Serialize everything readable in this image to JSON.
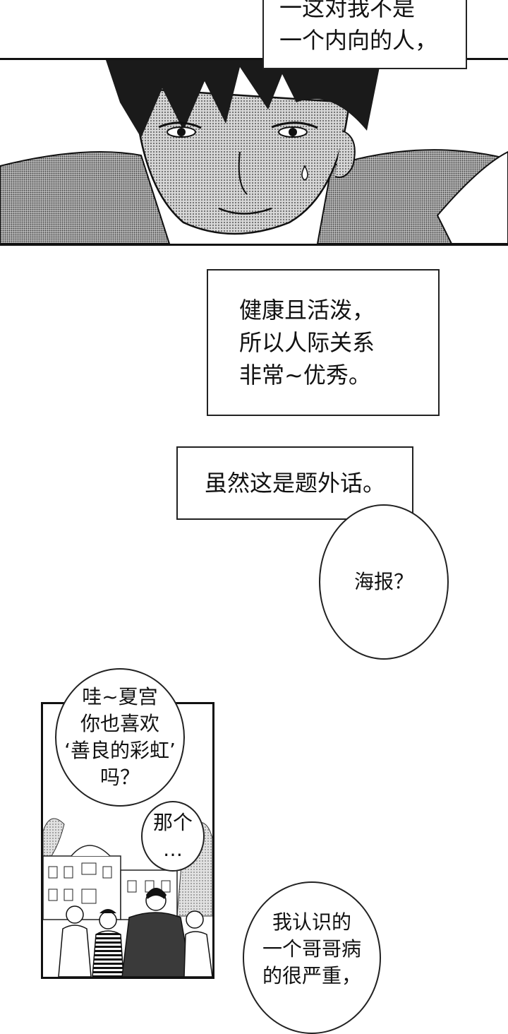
{
  "panels": {
    "top_caption": {
      "lines": [
        "一个内向的人，"
      ],
      "partial_text": "一这对我不是"
    },
    "caption_2": {
      "lines": [
        "健康且活泼，",
        "所以人际关系",
        "非常~优秀。"
      ]
    },
    "caption_3": {
      "lines": [
        "虽然这是题外话。"
      ]
    },
    "bubble_poster": {
      "lines": [
        "海报？"
      ]
    },
    "bubble_wow": {
      "lines": [
        "哇~夏宫",
        "你也喜欢",
        "‘善良的彩虹’",
        "吗？"
      ]
    },
    "bubble_that": {
      "lines": [
        "那个",
        "…"
      ]
    },
    "bubble_brother": {
      "lines": [
        "我认识的",
        "一个哥哥病",
        "的很严重，"
      ]
    }
  },
  "colors": {
    "ink": "#111111",
    "paper": "#ffffff",
    "screentone": "#9a9a9a"
  }
}
